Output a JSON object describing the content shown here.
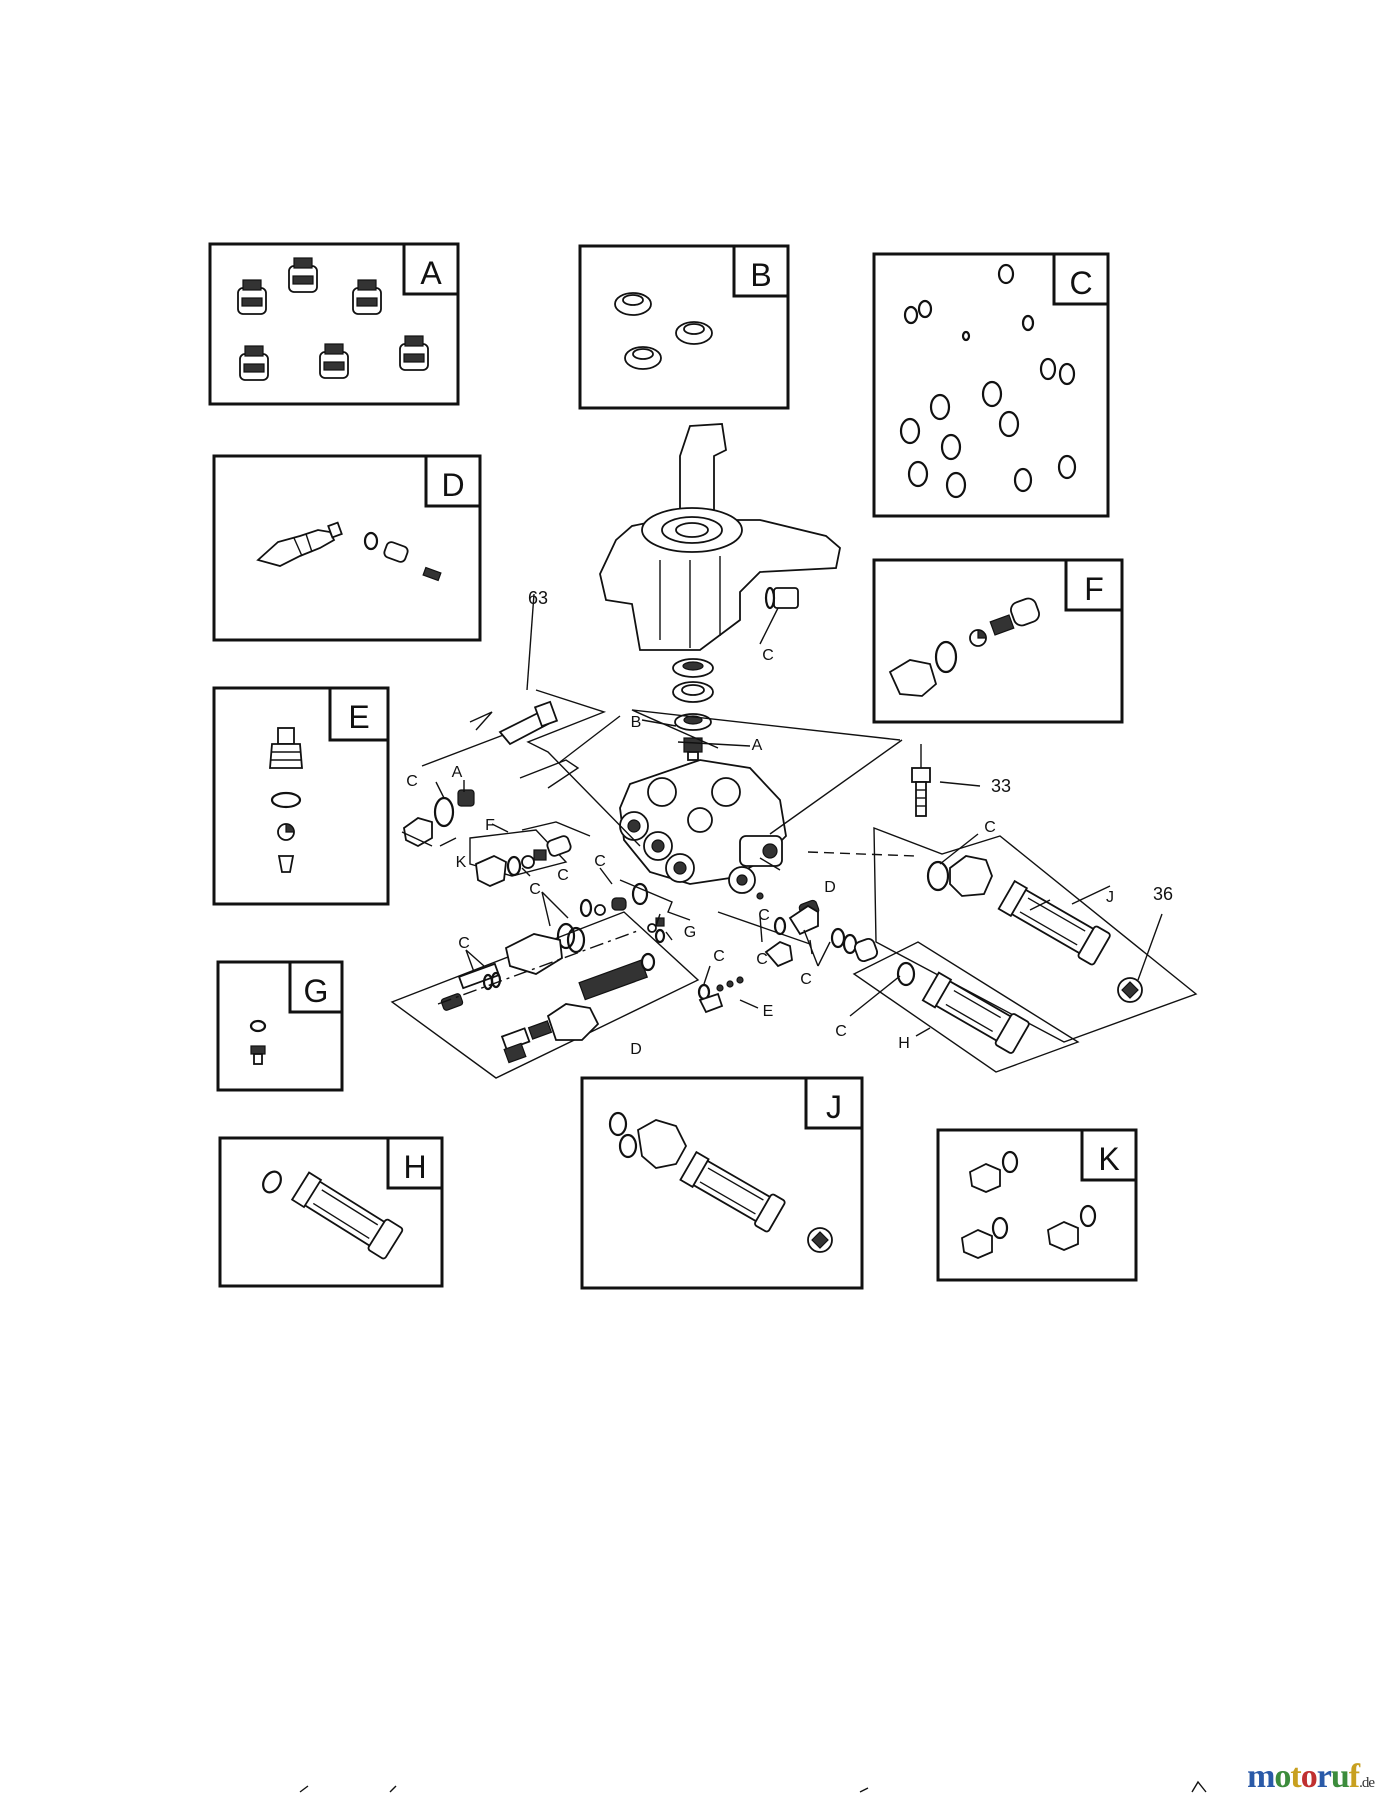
{
  "boxes": [
    {
      "letter": "A"
    },
    {
      "letter": "B"
    },
    {
      "letter": "C"
    },
    {
      "letter": "D"
    },
    {
      "letter": "E"
    },
    {
      "letter": "F"
    },
    {
      "letter": "G"
    },
    {
      "letter": "H"
    },
    {
      "letter": "J"
    },
    {
      "letter": "K"
    }
  ],
  "callouts": {
    "n63": "63",
    "n33": "33",
    "n36": "36",
    "A": "A",
    "B": "B",
    "C": "C",
    "D": "D",
    "E": "E",
    "F": "F",
    "G": "G",
    "H": "H",
    "J": "J",
    "K": "K"
  },
  "watermark": {
    "brand": "motoruf",
    "tld": ".de",
    "colors": [
      "#2a5aa8",
      "#3c8c3c",
      "#c8a020",
      "#c03030"
    ]
  }
}
